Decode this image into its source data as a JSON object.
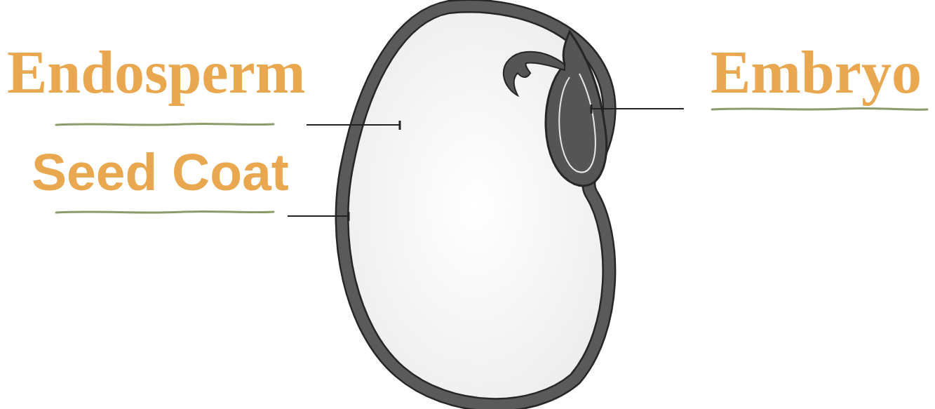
{
  "diagram": {
    "labels": [
      "Endosperm",
      "Seed Coat",
      "Embryo"
    ]
  }
}
